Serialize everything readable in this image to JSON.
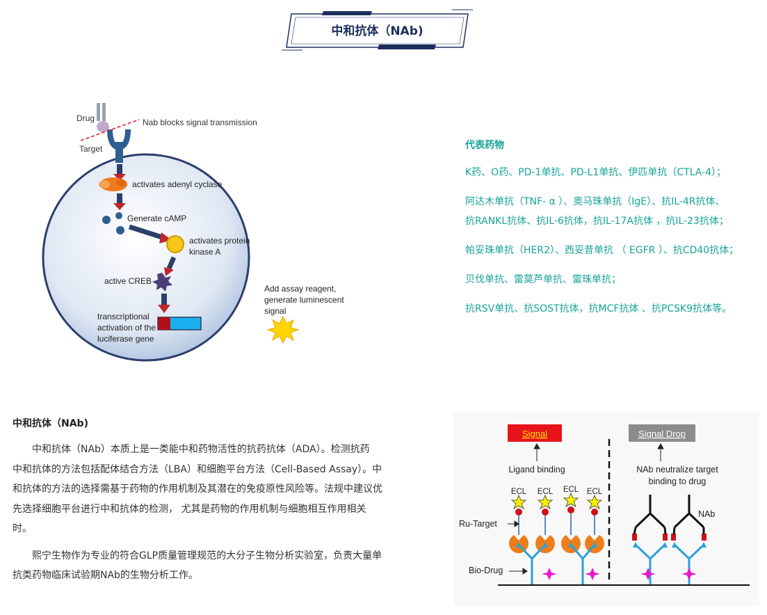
{
  "title": "中和抗体（NAb)",
  "left_diagram": {
    "drug": "Drug",
    "blocks": "Nab blocks signal transmission",
    "target": "Target",
    "adenyl": "activates adenyl cyclase",
    "camp": "Generate cAMP",
    "pka1": "activates protein",
    "pka2": "kinase A",
    "creb": "active CREB",
    "trans1": "transcriptional",
    "trans2": "activation of the",
    "trans3": "luciferase gene",
    "assay1": "Add assay reagent,",
    "assay2": "generate luminescent",
    "assay3": "signal"
  },
  "drugs": {
    "heading": "代表药物",
    "lines": [
      "K药、O药、PD-1单抗、PD-L1单抗、伊匹单抗（CTLA-4）；",
      "阿达木单抗（TNF- α ）、奥马珠单抗（IgE）、抗IL-4R抗体、",
      "抗RANKL抗体、抗IL-6抗体，抗IL-17A抗体 ，抗IL-23抗体；",
      "帕妥珠单抗（HER2）、西妥昔单抗 （ EGFR ）、抗CD40抗体；",
      "贝伐单抗、雷莫芦单抗、雷珠单抗；",
      "抗RSV单抗、抗SOST抗体，抗MCF抗体 、抗PCSK9抗体等。"
    ]
  },
  "nab": {
    "heading": "中和抗体（NAb)",
    "para1_lines": [
      "中和抗体（NAb）本质上是一类能中和药物活性的抗药抗体（ADA）。检测抗药",
      "中和抗体的方法包括配体结合方法（LBA）和细胞平台方法（Cell-Based Assay）。中",
      "和抗体的方法的选择需基于药物的作用机制及其潜在的免疫原性风险等。法规中建议优",
      "先选择细胞平台进行中和抗体的检测， 尤其是药物的作用机制与细胞相互作用相关",
      "时。"
    ],
    "para2_lines": [
      "熙宁生物作为专业的符合GLP质量管理规范的大分子生物分析实验室，负责大量单",
      "抗类药物临床试验期NAb的生物分析工作。"
    ]
  },
  "right_diagram": {
    "signal": "Signal",
    "signal_drop": "Signal Drop",
    "ligand": "Ligand binding",
    "nab_neutral1": "NAb neutralize target",
    "nab_neutral2": "binding to drug",
    "ecl": [
      "ECL",
      "ECL",
      "ECL",
      "ECL"
    ],
    "nab": "NAb",
    "ru_target": "Ru-Target",
    "bio_drug": "Bio-Drug"
  },
  "colors": {
    "navy": "#1c2f5c",
    "teal": "#17a398",
    "signal_red": "#e8141b",
    "signal_drop_gray": "#8c8c8c"
  }
}
